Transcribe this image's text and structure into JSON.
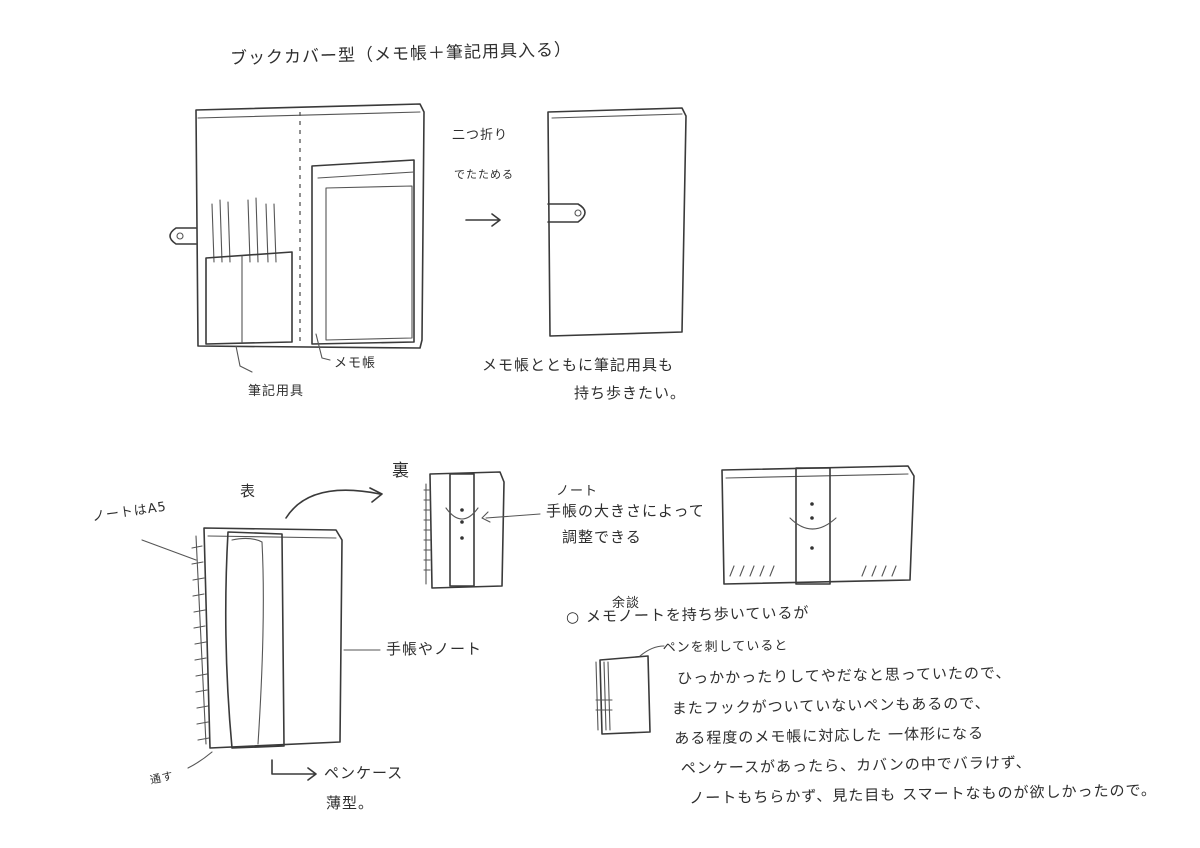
{
  "title": "ブックカバー型（メモ帳＋筆記用具入る）",
  "top_left": {
    "label_writing_tools": "筆記用具",
    "label_memo": "メモ帳"
  },
  "fold": {
    "line1": "二つ折り",
    "line2": "でたためる"
  },
  "top_right_caption": {
    "line1": "メモ帳とともに筆記用具も",
    "line2": "持ち歩きたい。"
  },
  "bottom_left": {
    "label_note_size": "ノートはA5",
    "label_front": "表",
    "label_back": "裏",
    "label_pass": "通す",
    "label_pen_case": "ペンケース",
    "label_thin": "薄型。",
    "label_notebook": "手帳やノート"
  },
  "back_note": {
    "line1": "ノート",
    "line2": "手帳の大きさによって",
    "line3": "調整できる"
  },
  "aside": {
    "heading": "余談",
    "bullet": "○ メモノートを持ち歩いているが",
    "lines": [
      "ペンを刺していると",
      "ひっかかったりしてやだなと思っていたので、",
      "またフックがついていないペンもあるので、",
      "ある程度のメモ帳に対応した 一体形になる",
      "ペンケースがあったら、カバンの中でバラけず、",
      "ノートもちらかず、見た目も スマートなものが欲しかったので。"
    ]
  }
}
